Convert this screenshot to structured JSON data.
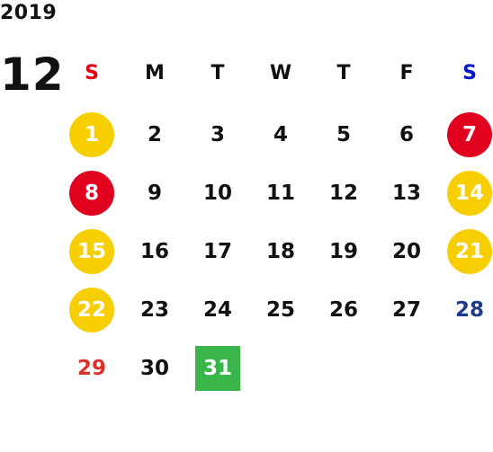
{
  "calendar": {
    "year": "2019",
    "month": "12",
    "weekdays": [
      {
        "label": "S",
        "color": "#e60012"
      },
      {
        "label": "M",
        "color": "#111111"
      },
      {
        "label": "T",
        "color": "#111111"
      },
      {
        "label": "W",
        "color": "#111111"
      },
      {
        "label": "T",
        "color": "#111111"
      },
      {
        "label": "F",
        "color": "#111111"
      },
      {
        "label": "S",
        "color": "#0018c8"
      }
    ],
    "days": [
      {
        "label": "1",
        "text_color": "#ffffff",
        "bg": "#f7cf00",
        "shape": "circle"
      },
      {
        "label": "2"
      },
      {
        "label": "3"
      },
      {
        "label": "4"
      },
      {
        "label": "5"
      },
      {
        "label": "6"
      },
      {
        "label": "7",
        "text_color": "#ffffff",
        "bg": "#e1001e",
        "shape": "circle"
      },
      {
        "label": "8",
        "text_color": "#ffffff",
        "bg": "#e1001e",
        "shape": "circle"
      },
      {
        "label": "9"
      },
      {
        "label": "10"
      },
      {
        "label": "11"
      },
      {
        "label": "12"
      },
      {
        "label": "13"
      },
      {
        "label": "14",
        "text_color": "#ffffff",
        "bg": "#f7cf00",
        "shape": "circle"
      },
      {
        "label": "15",
        "text_color": "#ffffff",
        "bg": "#f7cf00",
        "shape": "circle"
      },
      {
        "label": "16"
      },
      {
        "label": "17"
      },
      {
        "label": "18"
      },
      {
        "label": "19"
      },
      {
        "label": "20"
      },
      {
        "label": "21",
        "text_color": "#ffffff",
        "bg": "#f7cf00",
        "shape": "circle"
      },
      {
        "label": "22",
        "text_color": "#ffffff",
        "bg": "#f7cf00",
        "shape": "circle"
      },
      {
        "label": "23"
      },
      {
        "label": "24"
      },
      {
        "label": "25"
      },
      {
        "label": "26"
      },
      {
        "label": "27"
      },
      {
        "label": "28",
        "text_color": "#1e3a8a"
      },
      {
        "label": "29",
        "text_color": "#e0302a"
      },
      {
        "label": "30"
      },
      {
        "label": "31",
        "text_color": "#ffffff",
        "bg": "#3ab54a",
        "shape": "square"
      }
    ]
  }
}
